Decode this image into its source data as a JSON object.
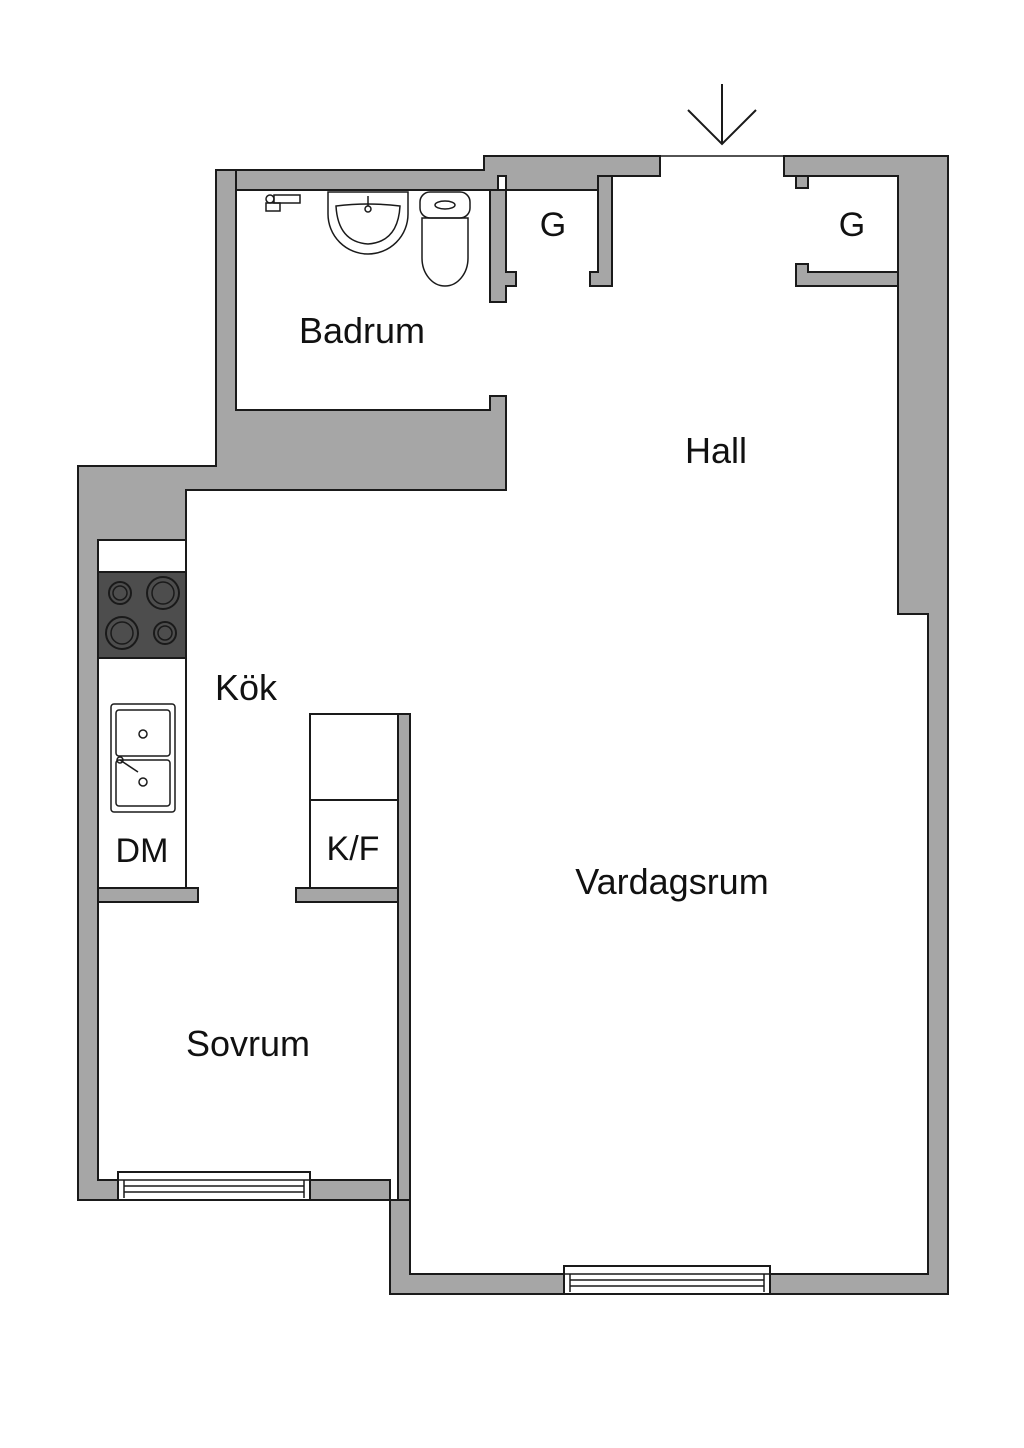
{
  "rooms": {
    "badrum": "Badrum",
    "hall": "Hall",
    "kok": "Kök",
    "vardagsrum": "Vardagsrum",
    "sovrum": "Sovrum",
    "garderob_1": "G",
    "garderob_2": "G",
    "diskmaskin": "DM",
    "kyl_frys": "K/F"
  },
  "colors": {
    "wall": "#a6a6a6",
    "stove": "#4d4d4d",
    "line": "#1a1a1a"
  }
}
